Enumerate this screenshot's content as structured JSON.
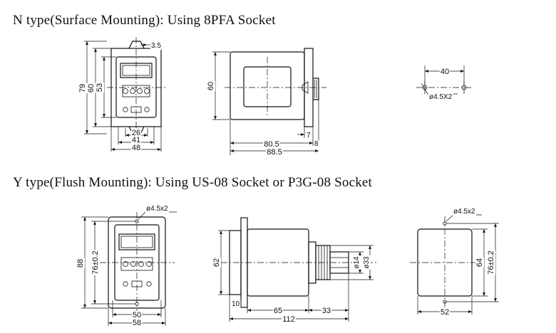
{
  "titles": {
    "n_type": "N type(Surface Mounting): Using 8PFA Socket",
    "y_type": "Y type(Flush Mounting): Using US-08 Socket or P3G-08 Socket"
  },
  "n_front": {
    "d_top": "3.5",
    "d_79": "79",
    "d_60": "60",
    "d_53": "53",
    "d_26": "26",
    "d_41": "41",
    "d_48": "48"
  },
  "n_side": {
    "d_60": "60",
    "d_7": "7",
    "d_8": "8",
    "d_805": "80.5",
    "d_885": "88.5"
  },
  "n_holes": {
    "d_40": "40",
    "hole": "ø4.5X2"
  },
  "y_front": {
    "hole": "ø4.5x2",
    "d_88": "88",
    "d_76": "76±0.2",
    "d_50": "50",
    "d_58": "58"
  },
  "y_side": {
    "d_62": "62",
    "d_14": "ø14",
    "d_33d": "ø33",
    "d_10": "10",
    "d_65": "65",
    "d_33": "33",
    "d_112": "112"
  },
  "y_cutout": {
    "hole": "ø4.5x2",
    "d_64": "64",
    "d_76": "76±0.2",
    "d_52": "52"
  }
}
